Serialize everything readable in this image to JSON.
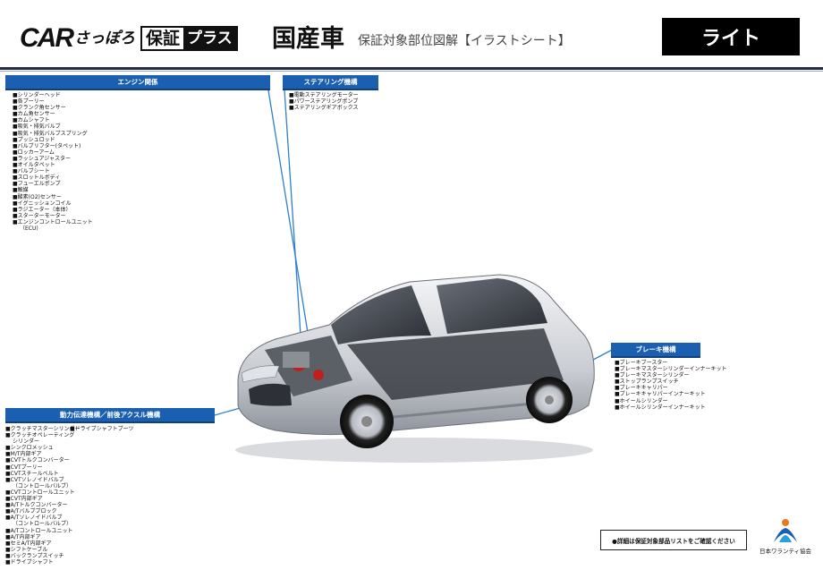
{
  "logo": {
    "car": "CAR",
    "sapporo": "さっぽろ",
    "hosho": "保証",
    "plus": "プラス"
  },
  "title": {
    "main": "国産車",
    "sub": "保証対象部位図解【イラストシート】"
  },
  "grade": "ライト",
  "sections": {
    "engine": {
      "header": "エンジン関係",
      "items": [
        "■シリンダーヘッド",
        "■各プーリー",
        "■クランク角センサー",
        "■カム角センサー",
        "■カムシャフト",
        "■吸気・排気バルブ",
        "■吸気・排気バルブスプリング",
        "■プッシュロッド",
        "■バルブリフター(タペット)",
        "■ロッカーアーム",
        "■ラッシュアジャスター",
        "■オイルタペット",
        "■バルブシート",
        "■スロットルボディ",
        "■フューエルポンプ",
        "■触媒",
        "■酸素(O2)センサー",
        "■イグニッションコイル",
        "■ラジエーター（本体）",
        "■スターターモーター",
        "■エンジンコントロールユニット",
        "（ECU)"
      ]
    },
    "steering": {
      "header": "ステアリング機構",
      "items": [
        "■電動ステアリングモーター",
        "■パワーステアリングポンプ",
        "■ステアリングギアボックス"
      ]
    },
    "brake": {
      "header": "ブレーキ機構",
      "items": [
        "■ブレーキブースター",
        "■ブレーキマスターシリンダーインナーキット",
        "■ブレーキマスターシリンダー",
        "■ストップランプスイッチ",
        "■ブレーキキャリパー",
        "■ブレーキキャリパーインナーキット",
        "■ホイールシリンダー",
        "■ホイールシリンダーインナーキット"
      ]
    },
    "drivetrain": {
      "header": "動力伝達機構／前後アクスル機構",
      "col1": [
        "■クラッチマスターシリンダー",
        "■クラッチオペレーティング",
        "シリンダー",
        "■シンクロメッシュ",
        "■M/T内部ギア",
        "■CVTトルクコンバーター",
        "■CVTプーリー",
        "■CVTスチールベルト",
        "■CVTソレノイドバルブ",
        "（コントロールバルブ）",
        "■CVTコントロールユニット",
        "■CVT内部ギア",
        "■A/Tトルクコンバーター",
        "■A/Tバルブブロック",
        "■A/Tソレノイドバルブ",
        "（コントロールバルブ）",
        "■A/Tコントロールユニット",
        "■A/T内部ギア",
        "■セミA/T内部ギア",
        "■シフトケーブル",
        "■バックランプスイッチ",
        "■ドライブシャフト"
      ],
      "col2": [
        "■ドライブシャフトブーツ"
      ]
    }
  },
  "note": "●詳細は保証対象部品リストをご確認ください",
  "association": "日本ワランティ協会",
  "colors": {
    "header_blue": "#1b5fb0",
    "leader_blue": "#2f7fd0",
    "rule": "#1e2b4a"
  }
}
